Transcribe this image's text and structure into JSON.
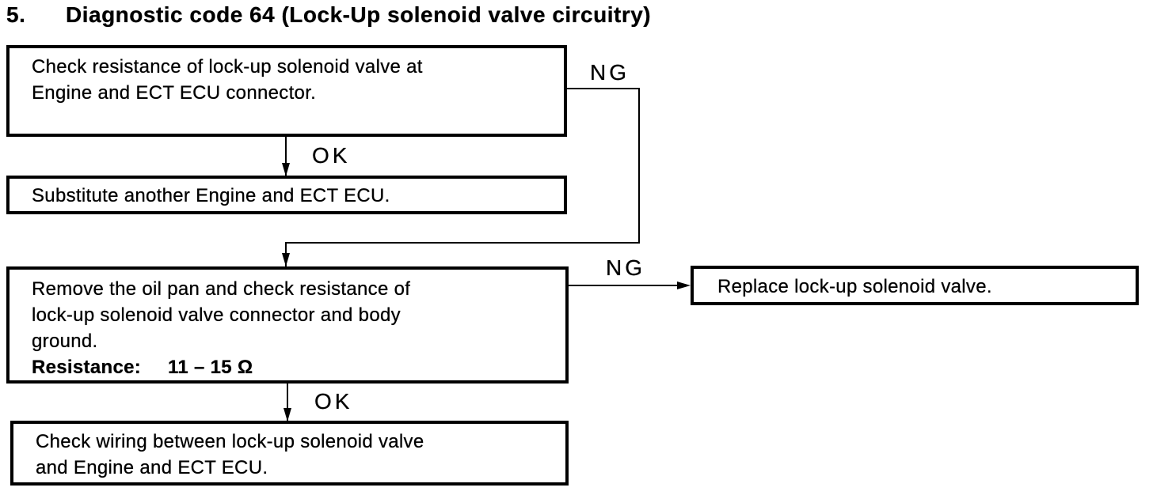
{
  "title": {
    "number": "5.",
    "text": "Diagnostic code 64 (Lock-Up solenoid valve circuitry)"
  },
  "flowchart": {
    "boxes": {
      "check_resistance": {
        "lines": [
          "Check resistance of lock-up solenoid valve at",
          "Engine and ECT ECU connector."
        ]
      },
      "substitute_ecu": {
        "lines": [
          "Substitute another Engine and ECT ECU."
        ]
      },
      "remove_oil_pan": {
        "lines": [
          "Remove the oil pan and check resistance of",
          "lock-up solenoid valve connector and body",
          "ground."
        ],
        "resistance_label": "Resistance:",
        "resistance_value": "11 – 15 Ω"
      },
      "check_wiring": {
        "lines": [
          "Check wiring between lock-up solenoid valve",
          "and Engine and ECT ECU."
        ]
      },
      "replace_valve": {
        "lines": [
          "Replace lock-up solenoid valve."
        ]
      }
    },
    "connector_labels": {
      "ng_top": "NG",
      "ok_top": "OK",
      "ng_right": "NG",
      "ok_bottom": "OK"
    }
  },
  "colors": {
    "ink": "#000000",
    "background": "#ffffff"
  }
}
